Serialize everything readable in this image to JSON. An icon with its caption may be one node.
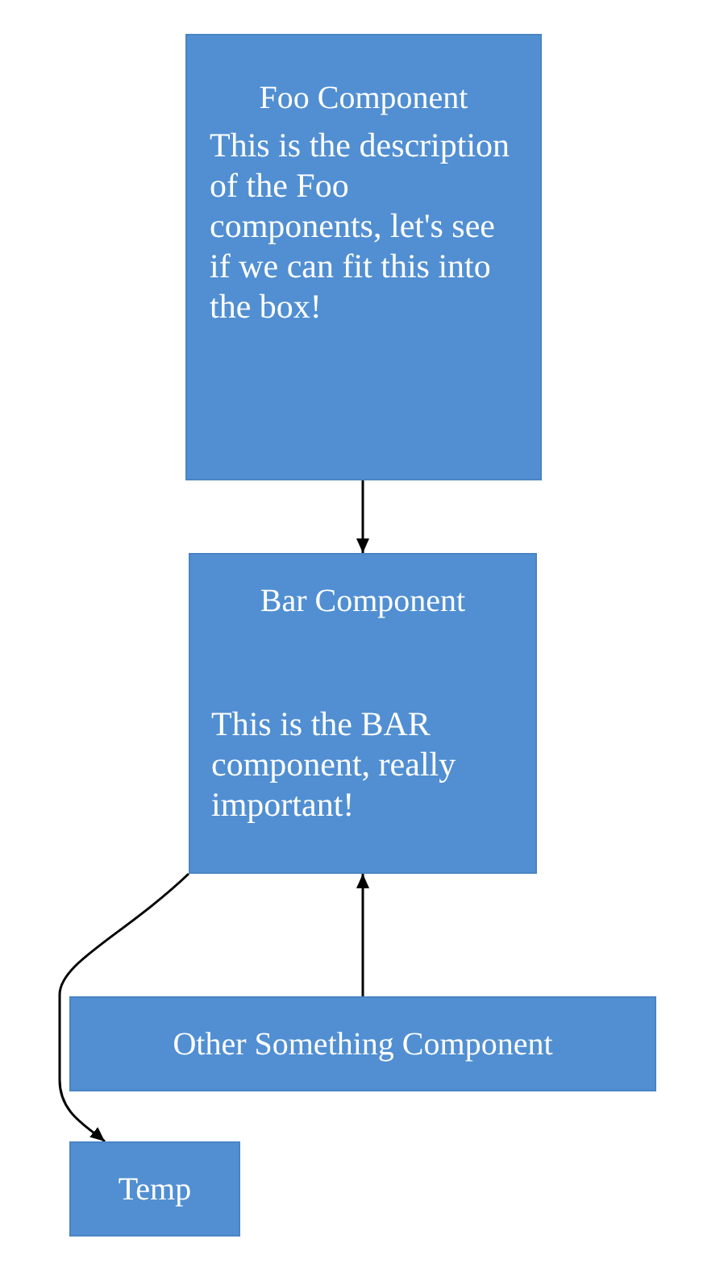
{
  "diagram": {
    "nodes": [
      {
        "text": [
          "Foo Component",
          "This is the description of the Foo components, let's see if we can fit this into the box!"
        ]
      },
      {
        "text": [
          "Bar Component",
          "This is the BAR component, really important!"
        ]
      },
      {
        "text": [
          "Other Something Component"
        ]
      },
      {
        "text": [
          "Temp"
        ]
      }
    ],
    "edges": [
      {
        "from": 0,
        "to": 1,
        "arrow": "to"
      },
      {
        "from": 2,
        "to": 1,
        "arrow": "to"
      },
      {
        "from": 1,
        "to": 3,
        "arrow": "to"
      }
    ]
  }
}
